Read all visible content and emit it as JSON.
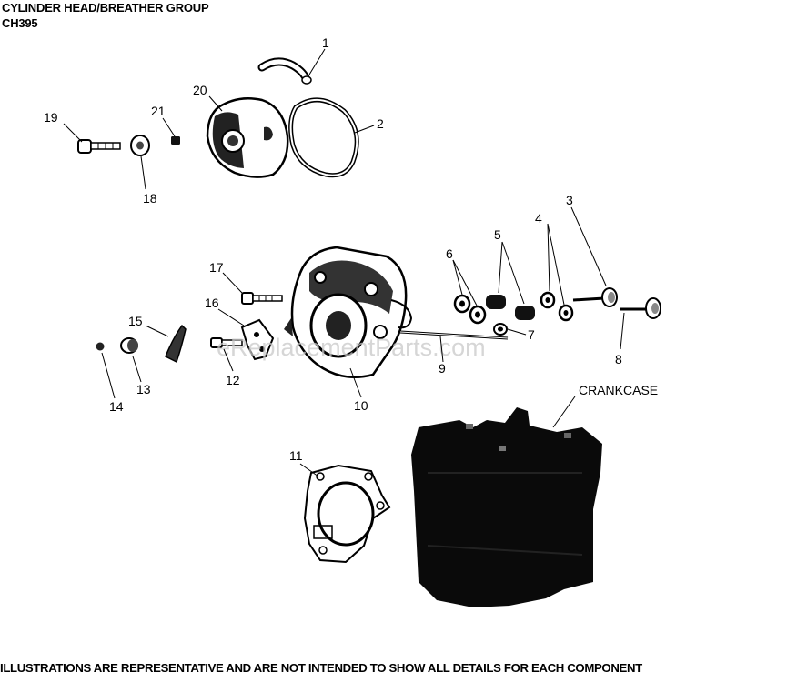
{
  "header": {
    "title": "CYLINDER HEAD/BREATHER GROUP",
    "model": "CH395"
  },
  "footer": {
    "disclaimer": "ILLUSTRATIONS ARE REPRESENTATIVE AND ARE NOT INTENDED TO SHOW ALL DETAILS FOR EACH COMPONENT"
  },
  "watermark": "eReplacementParts.com",
  "callouts": {
    "n1": "1",
    "n2": "2",
    "n3": "3",
    "n4": "4",
    "n5": "5",
    "n6": "6",
    "n7": "7",
    "n8": "8",
    "n9": "9",
    "n10": "10",
    "n11": "11",
    "n12": "12",
    "n13": "13",
    "n14": "14",
    "n15": "15",
    "n16": "16",
    "n17": "17",
    "n18": "18",
    "n19": "19",
    "n20": "20",
    "n21": "21",
    "crankcase": "CRANKCASE"
  }
}
